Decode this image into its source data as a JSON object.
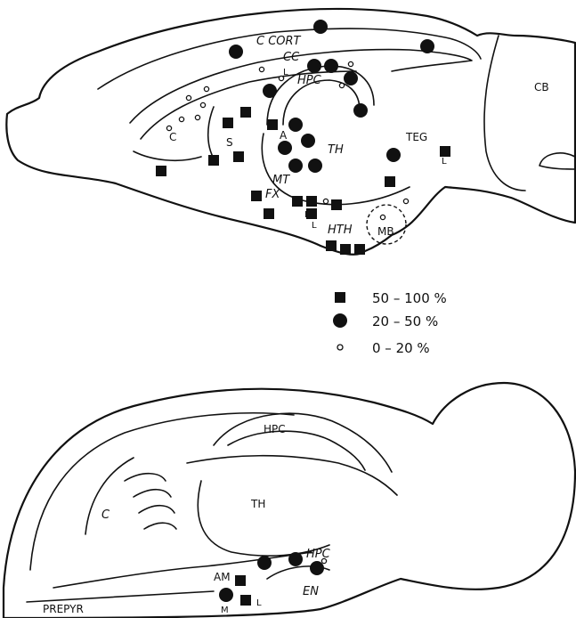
{
  "top_section": {
    "labels": {
      "c_cort": "C CORT",
      "cc": "CC",
      "hpc": "HPC",
      "cb": "CB",
      "c": "C",
      "s": "S",
      "a": "A",
      "th": "TH",
      "teg": "TEG",
      "mt": "MT",
      "fx": "FX",
      "hth": "HTH",
      "mb": "MB",
      "l_marks": [
        "L",
        "L",
        "L",
        "L"
      ]
    }
  },
  "legend": {
    "items": [
      {
        "symbol": "square",
        "text": "50 – 100 %"
      },
      {
        "symbol": "large-dot",
        "text": "20 – 50 %"
      },
      {
        "symbol": "small-ring",
        "text": "0 – 20 %"
      }
    ]
  },
  "bottom_section": {
    "labels": {
      "hpc_upper": "HPC",
      "th": "TH",
      "c": "C",
      "am": "AM",
      "hpc_lower": "HPC",
      "en": "EN",
      "prepyr": "PREPYR",
      "m": "M",
      "l": "L"
    }
  }
}
